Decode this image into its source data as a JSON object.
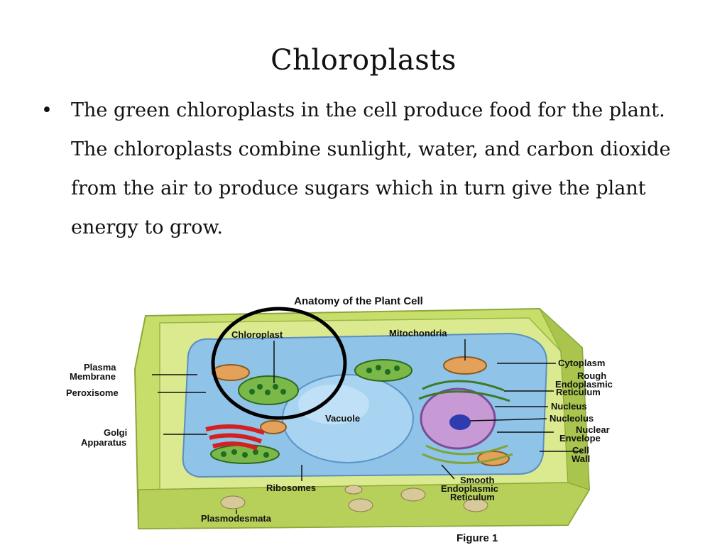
{
  "slide": {
    "title": "Chloroplasts",
    "bullet_text": "The green chloroplasts in the cell produce food for the plant. The chloroplasts combine sunlight, water, and carbon dioxide from the air to produce sugars which in turn give the plant energy to grow."
  },
  "figure": {
    "title": "Anatomy of the Plant Cell",
    "caption": "Figure 1",
    "labels": {
      "chloroplast": "Chloroplast",
      "mitochondria": "Mitochondria",
      "plasma_membrane_1": "Plasma",
      "plasma_membrane_2": "Membrane",
      "peroxisome": "Peroxisome",
      "golgi_1": "Golgi",
      "golgi_2": "Apparatus",
      "vacuole": "Vacuole",
      "ribosomes": "Ribosomes",
      "plasmodesmata": "Plasmodesmata",
      "cytoplasm": "Cytoplasm",
      "rough_er_1": "Rough",
      "rough_er_2": "Endoplasmic",
      "rough_er_3": "Reticulum",
      "nucleus": "Nucleus",
      "nucleolus": "Nucleolus",
      "nuclear_env_1": "Nuclear",
      "nuclear_env_2": "Envelope",
      "cell_wall_1": "Cell",
      "cell_wall_2": "Wall",
      "smooth_er_1": "Smooth",
      "smooth_er_2": "Endoplasmic",
      "smooth_er_3": "Reticulum"
    }
  }
}
